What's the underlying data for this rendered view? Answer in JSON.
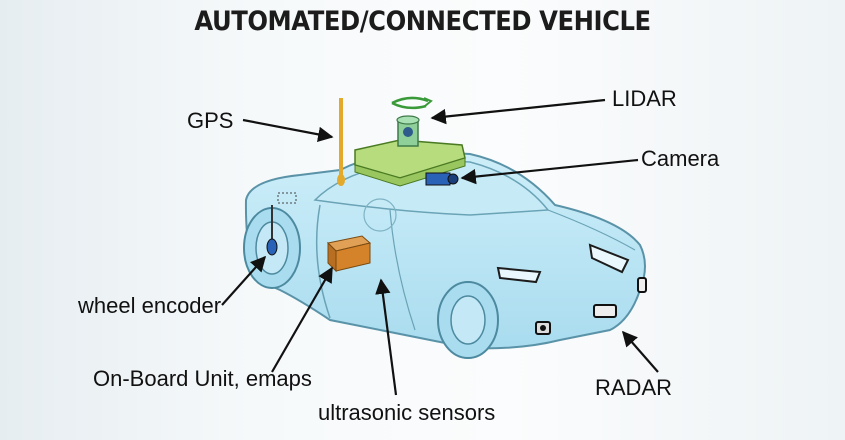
{
  "title": "AUTOMATED/CONNECTED VEHICLE",
  "labels": {
    "gps": "GPS",
    "lidar": "LIDAR",
    "camera": "Camera",
    "wheel_encoder": "wheel encoder",
    "on_board_unit": "On-Board Unit, emaps",
    "ultrasonic": "ultrasonic sensors",
    "radar": "RADAR"
  },
  "colors": {
    "car_body": "#b9e4f3",
    "car_outline": "#5a93a8",
    "lidar_base": "#b6dc7e",
    "obu_box": "#d4832a",
    "camera": "#2a62b8",
    "arrow": "#111111"
  }
}
